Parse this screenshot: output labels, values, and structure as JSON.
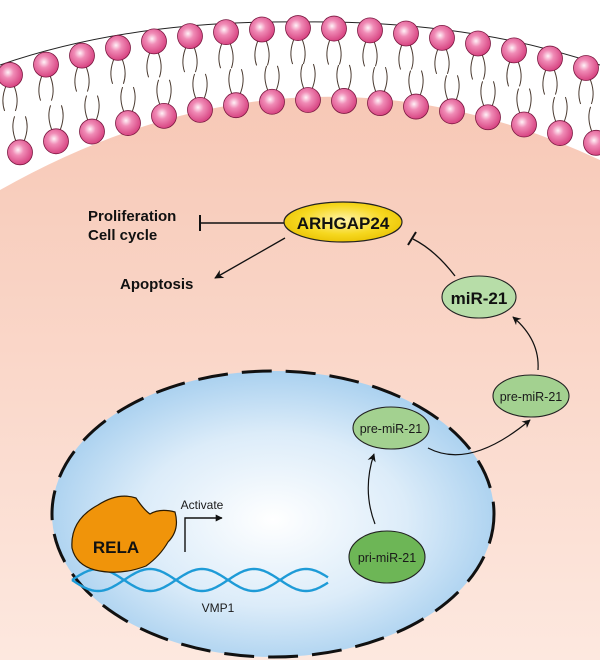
{
  "diagram": {
    "type": "signaling-pathway",
    "compartments": {
      "cytoplasm": "cytoplasm",
      "nucleus": "nucleus",
      "cell_membrane": "lipid bilayer"
    },
    "colors": {
      "cytoplasm_top": "#f7cbbb",
      "cytoplasm_bottom": "#fde6dc",
      "phospholipid_head": "#dc4a86",
      "phospholipid_head_light": "#fbe3ee",
      "nucleus_edge": "#9fcbef",
      "nucleus_center": "#ffffff",
      "arhgap24_fill": "#f3d21c",
      "mir21_fill": "#b5dca5",
      "pre_mir21_fill": "#9dcf88",
      "pri_mir21_fill": "#6cb455",
      "rela_fill": "#f0940a",
      "dna_color": "#1e9bd7",
      "line_color": "#111111"
    },
    "nodes": {
      "arhgap24": "ARHGAP24",
      "mir21": "miR-21",
      "pre_mir21_cyto": "pre-miR-21",
      "pre_mir21_nuc": "pre-miR-21",
      "pri_mir21": "pri-miR-21",
      "rela": "RELA",
      "vmp1": "VMP1"
    },
    "labels": {
      "proliferation": "Proliferation",
      "cell_cycle": "Cell cycle",
      "apoptosis": "Apoptosis",
      "activate": "Activate"
    },
    "edges": [
      {
        "from": "ARHGAP24",
        "to": "Proliferation / Cell cycle",
        "type": "inhibits"
      },
      {
        "from": "ARHGAP24",
        "to": "Apoptosis",
        "type": "promotes"
      },
      {
        "from": "miR-21",
        "to": "ARHGAP24",
        "type": "inhibits"
      },
      {
        "from": "pre-miR-21 (cytoplasm)",
        "to": "miR-21",
        "type": "promotes"
      },
      {
        "from": "pre-miR-21 (nucleus)",
        "to": "pre-miR-21 (cytoplasm)",
        "type": "export"
      },
      {
        "from": "pri-miR-21",
        "to": "pre-miR-21 (nucleus)",
        "type": "promotes"
      },
      {
        "from": "RELA",
        "to": "VMP1",
        "type": "activates transcription"
      }
    ]
  }
}
